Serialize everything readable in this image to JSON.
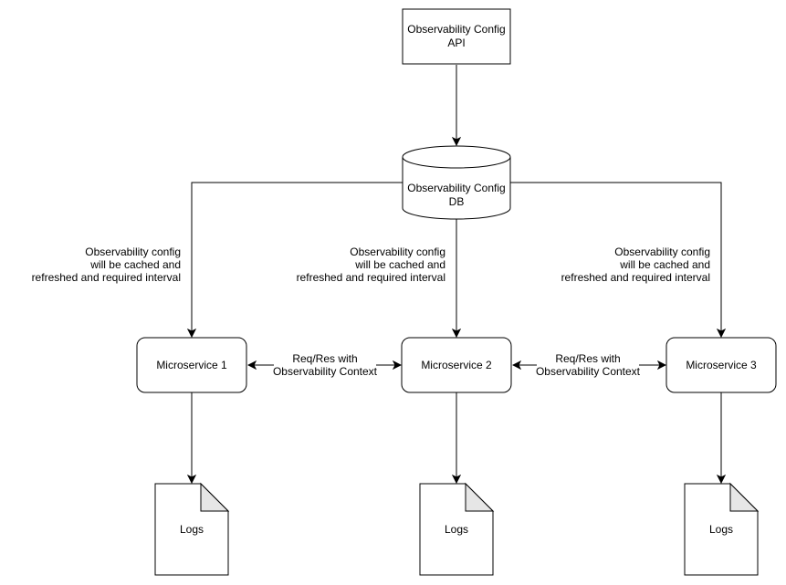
{
  "nodes": {
    "config_api": {
      "line1": "Observability Config",
      "line2": "API"
    },
    "config_db": {
      "line1": "Observability Config",
      "line2": "DB"
    },
    "ms1": {
      "label": "Microservice 1"
    },
    "ms2": {
      "label": "Microservice 2"
    },
    "ms3": {
      "label": "Microservice 3"
    },
    "logs1": {
      "label": "Logs"
    },
    "logs2": {
      "label": "Logs"
    },
    "logs3": {
      "label": "Logs"
    }
  },
  "edge_labels": {
    "cache_note_1": {
      "line1": "Observability config",
      "line2": "will be cached and",
      "line3": "refreshed and required interval"
    },
    "cache_note_2": {
      "line1": "Observability config",
      "line2": "will be cached and",
      "line3": "refreshed and required interval"
    },
    "cache_note_3": {
      "line1": "Observability config",
      "line2": "will be cached and",
      "line3": "refreshed and required interval"
    },
    "reqres_12": {
      "line1": "Req/Res with",
      "line2": "Observability Context"
    },
    "reqres_23": {
      "line1": "Req/Res with",
      "line2": "Observability Context"
    }
  }
}
